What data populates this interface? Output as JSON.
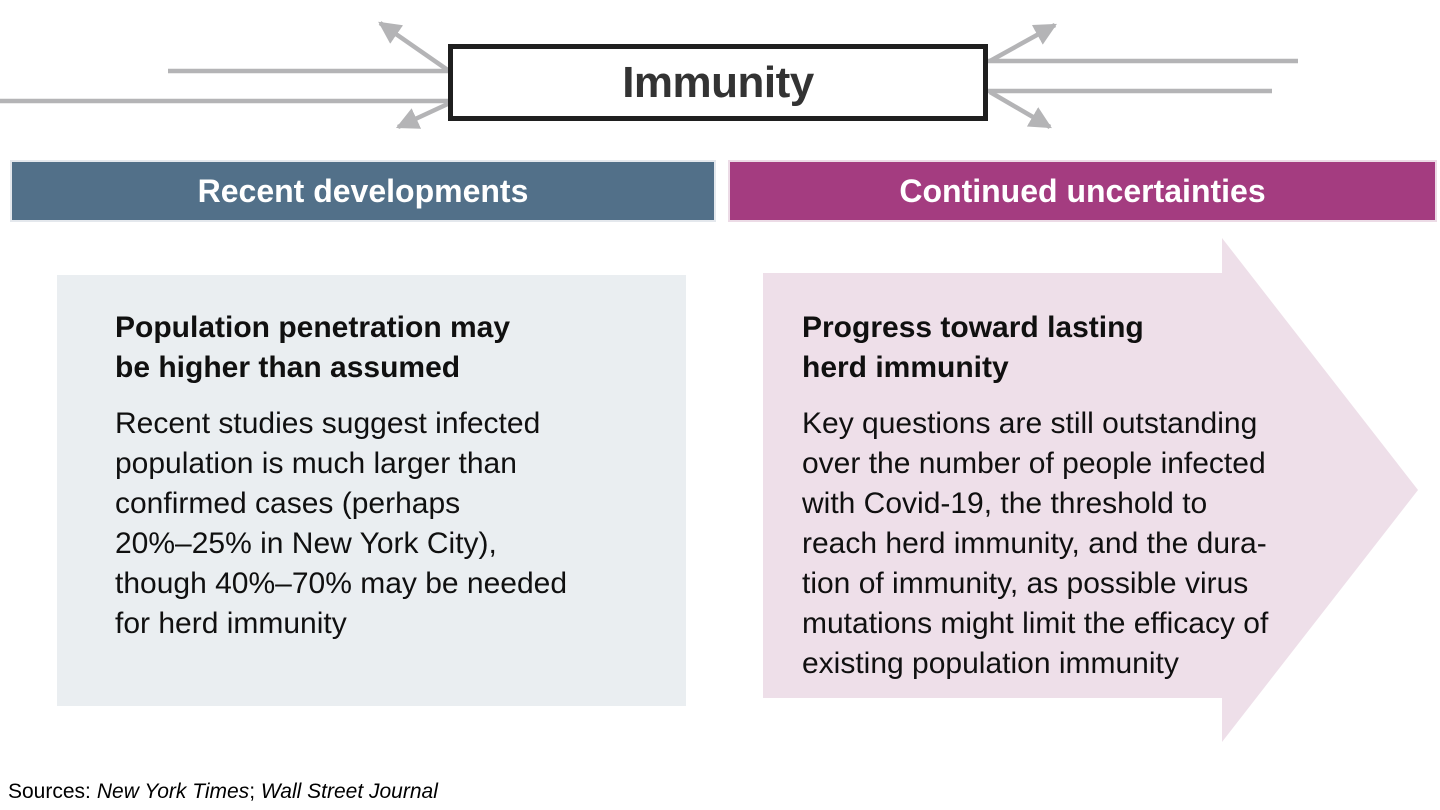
{
  "title": "Immunity",
  "headers": {
    "left": "Recent developments",
    "right": "Continued uncertainties"
  },
  "left_card": {
    "heading_lines": [
      "Population penetration may",
      "be higher than assumed"
    ],
    "body_lines": [
      "Recent studies suggest infected",
      "population is much larger than",
      "confirmed cases (perhaps",
      "20%–25% in New York City),",
      "though 40%–70% may be needed",
      "for herd immunity"
    ]
  },
  "right_card": {
    "heading_lines": [
      "Progress toward lasting",
      "herd immunity"
    ],
    "body_lines": [
      "Key questions are still outstanding",
      "over the number of people infected",
      "with Covid-19, the threshold to",
      "reach herd immunity, and the dura-",
      "tion of immunity, as possible virus",
      "mutations might limit the efficacy of",
      "existing population immunity"
    ]
  },
  "footer": {
    "label": "Sources:",
    "source1": "New York Times",
    "separator": "; ",
    "source2": "Wall Street Journal"
  },
  "colors": {
    "left_header_bg": "#527089",
    "right_header_bg": "#a43c80",
    "left_card_bg": "#eaeef1",
    "right_arrow_bg": "#eedfe9",
    "connector_gray": "#b4b4b6",
    "node_border": "#1f1f1f",
    "title_text": "#333333"
  }
}
